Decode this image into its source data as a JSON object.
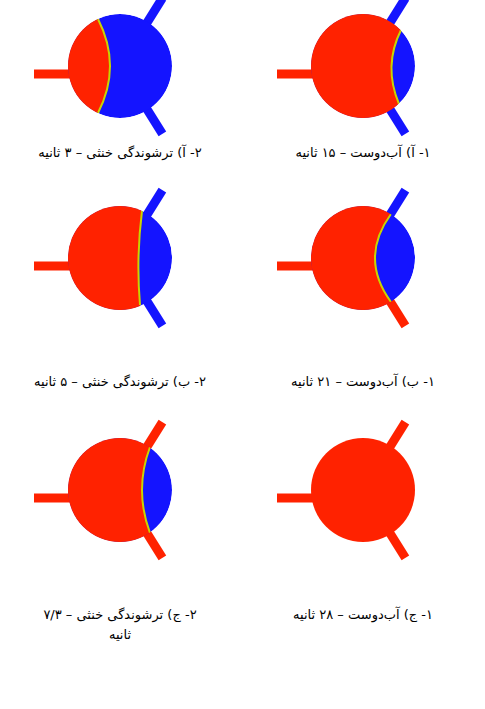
{
  "diagram": {
    "labels": [
      "۱- آ) آب‌دوست – ۱۵ ثانیه",
      "۲- آ) ترشوندگی خنثی – ۳ ثانیه",
      "۱- ب) آب‌دوست – ۲۱ ثانیه",
      "۲- ب) ترشوندگی خنثی – ۵ ثانیه",
      "۱- ج) آب‌دوست – ۲۸ ثانیه",
      "۲- ج) ترشوندگی خنثی – ۷/۳ ثانیه"
    ]
  }
}
